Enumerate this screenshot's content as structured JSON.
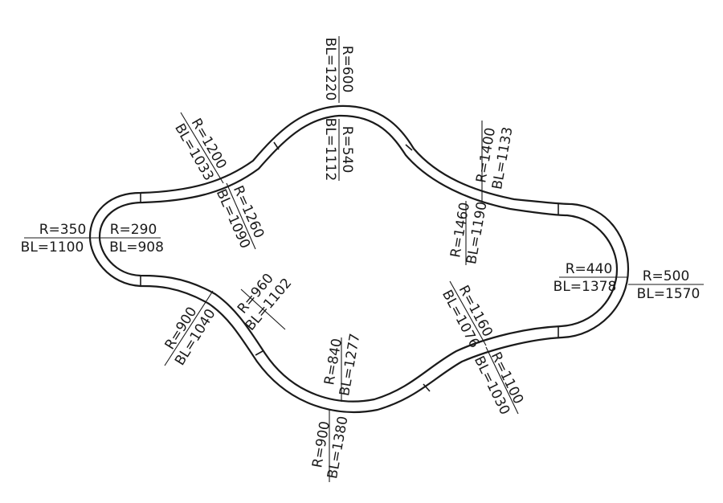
{
  "labels": {
    "top_outer": {
      "r": "R=600",
      "bl": "BL=1220"
    },
    "top_inner": {
      "r": "R=540",
      "bl": "BL=1112"
    },
    "upper_left_outer": {
      "r": "R=1200",
      "bl": "BL=1033"
    },
    "upper_left_inner": {
      "r": "R=1260",
      "bl": "BL=1090"
    },
    "left_outer": {
      "r": "R=350",
      "bl": "BL=1100"
    },
    "left_inner": {
      "r": "R=290",
      "bl": "BL=908"
    },
    "lower_left_outer": {
      "r": "R=900",
      "bl": "BL=1040"
    },
    "lower_left_inner": {
      "r": "R=960",
      "bl": "BL=1102"
    },
    "bottom_inner": {
      "r": "R=840",
      "bl": "BL=1277"
    },
    "bottom_outer": {
      "r": "R=900",
      "bl": "BL=1380"
    },
    "upper_right_outer": {
      "r": "R=1400",
      "bl": "BL=1133"
    },
    "upper_right_inner": {
      "r": "R=1460",
      "bl": "BL=1190"
    },
    "right_inner": {
      "r": "R=440",
      "bl": "BL=1378"
    },
    "right_outer": {
      "r": "R=500",
      "bl": "BL=1570"
    },
    "lower_right_inner": {
      "r": "R=1160",
      "bl": "BL=1076"
    },
    "lower_right_outer": {
      "r": "R=1100",
      "bl": "BL=1030"
    }
  }
}
